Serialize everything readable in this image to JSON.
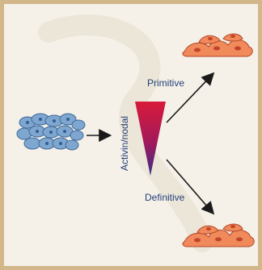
{
  "diagram": {
    "gradient_label": "Activin/nodal",
    "branch_top_label": "Primitive",
    "branch_bottom_label": "Definitive",
    "colors": {
      "frame": "#d1b78a",
      "panel": "#f5f1e8",
      "stem_cells": "#7fa6cf",
      "stem_cells_outline": "#3d6a9a",
      "endoderm_cells": "#f08a5a",
      "endoderm_cells_outline": "#b2452a",
      "gradient_top": "#d81b3a",
      "gradient_bottom": "#3b2d8a",
      "arrow": "#1a1a1a",
      "text": "#23407a"
    }
  }
}
